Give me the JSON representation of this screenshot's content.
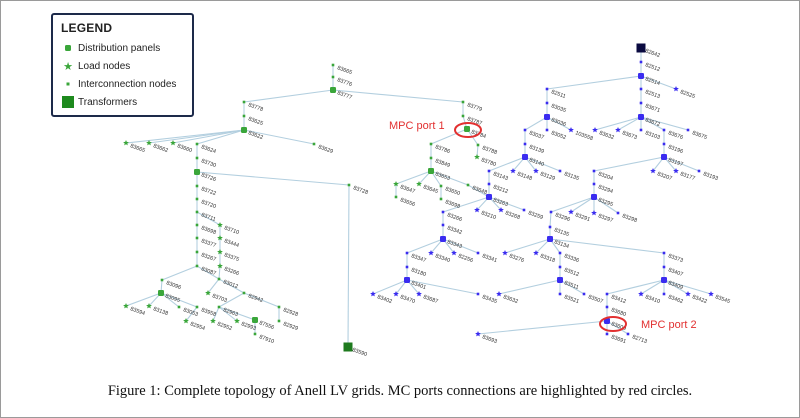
{
  "legend": {
    "title": "LEGEND",
    "items": [
      {
        "label": "Distribution panels",
        "icon": "dot-icon"
      },
      {
        "label": "Load nodes",
        "icon": "star-icon"
      },
      {
        "label": "Interconnection nodes",
        "icon": "small-dot-icon"
      },
      {
        "label": "Transformers",
        "icon": "square-icon"
      }
    ]
  },
  "colors": {
    "grid1": "#3aa63a",
    "grid2": "#3a2cf0",
    "transformer2": "#0a0a40",
    "edge": "#b3cfdf",
    "highlight": "#e23030"
  },
  "annotations": {
    "port1": "MPC port 1",
    "port2": "MPC port 2"
  },
  "caption": "Figure 1: Complete topology of Anell LV grids. MC ports connections are highlighted by red circles.",
  "nodes": [
    {
      "id": "g83665",
      "label": "83665",
      "type": "i",
      "grid": 1
    },
    {
      "id": "g83776",
      "label": "83776",
      "type": "i",
      "grid": 1
    },
    {
      "id": "g83777",
      "label": "83777",
      "type": "p",
      "grid": 1
    },
    {
      "id": "g83779",
      "label": "83779",
      "type": "i",
      "grid": 1
    },
    {
      "id": "g83787",
      "label": "83787",
      "type": "i",
      "grid": 1
    },
    {
      "id": "g83784",
      "label": "83784",
      "type": "p",
      "grid": 1
    },
    {
      "id": "g83786",
      "label": "83786",
      "type": "i",
      "grid": 1
    },
    {
      "id": "g83849",
      "label": "83849",
      "type": "i",
      "grid": 1
    },
    {
      "id": "g83653",
      "label": "83653",
      "type": "p",
      "grid": 1
    },
    {
      "id": "g83788",
      "label": "83788",
      "type": "i",
      "grid": 1
    },
    {
      "id": "g83780",
      "label": "83780",
      "type": "l",
      "grid": 1
    },
    {
      "id": "g83647",
      "label": "83647",
      "type": "l",
      "grid": 1
    },
    {
      "id": "g83645",
      "label": "83645",
      "type": "l",
      "grid": 1
    },
    {
      "id": "g83650",
      "label": "83650",
      "type": "i",
      "grid": 1
    },
    {
      "id": "g83648",
      "label": "83648",
      "type": "i",
      "grid": 1
    },
    {
      "id": "g83656",
      "label": "83656",
      "type": "i",
      "grid": 1
    },
    {
      "id": "g83698b",
      "label": "83698",
      "type": "i",
      "grid": 1
    },
    {
      "id": "g83778",
      "label": "83778",
      "type": "i",
      "grid": 1
    },
    {
      "id": "g83625",
      "label": "83625",
      "type": "i",
      "grid": 1
    },
    {
      "id": "g83622",
      "label": "83622",
      "type": "p",
      "grid": 1
    },
    {
      "id": "g83665b",
      "label": "83665",
      "type": "l",
      "grid": 1
    },
    {
      "id": "g83662",
      "label": "83662",
      "type": "l",
      "grid": 1
    },
    {
      "id": "g83660",
      "label": "83660",
      "type": "l",
      "grid": 1
    },
    {
      "id": "g83624",
      "label": "83624",
      "type": "i",
      "grid": 1
    },
    {
      "id": "g83629",
      "label": "83629",
      "type": "i",
      "grid": 1
    },
    {
      "id": "g83730",
      "label": "83730",
      "type": "i",
      "grid": 1
    },
    {
      "id": "g83726",
      "label": "83726",
      "type": "p",
      "grid": 1
    },
    {
      "id": "g83728",
      "label": "83728",
      "type": "i",
      "grid": 1
    },
    {
      "id": "g83590",
      "label": "83590",
      "type": "t",
      "grid": 1
    },
    {
      "id": "g83722",
      "label": "83722",
      "type": "i",
      "grid": 1
    },
    {
      "id": "g83720",
      "label": "83720",
      "type": "i",
      "grid": 1
    },
    {
      "id": "g83711",
      "label": "83711",
      "type": "i",
      "grid": 1
    },
    {
      "id": "g83698",
      "label": "83698",
      "type": "i",
      "grid": 1
    },
    {
      "id": "g83377",
      "label": "83377",
      "type": "i",
      "grid": 1
    },
    {
      "id": "g83267",
      "label": "83267",
      "type": "i",
      "grid": 1
    },
    {
      "id": "g83087",
      "label": "83087",
      "type": "i",
      "grid": 1
    },
    {
      "id": "g83710",
      "label": "83710",
      "type": "l",
      "grid": 1
    },
    {
      "id": "g83444",
      "label": "83444",
      "type": "l",
      "grid": 1
    },
    {
      "id": "g83375",
      "label": "83375",
      "type": "l",
      "grid": 1
    },
    {
      "id": "g83266",
      "label": "83266",
      "type": "l",
      "grid": 1
    },
    {
      "id": "g83012",
      "label": "83012",
      "type": "i",
      "grid": 1
    },
    {
      "id": "g83096",
      "label": "83096",
      "type": "i",
      "grid": 1
    },
    {
      "id": "g83095",
      "label": "83095",
      "type": "p",
      "grid": 1
    },
    {
      "id": "g83594",
      "label": "83594",
      "type": "l",
      "grid": 1
    },
    {
      "id": "g83138",
      "label": "83138",
      "type": "l",
      "grid": 1
    },
    {
      "id": "g83053",
      "label": "83053",
      "type": "i",
      "grid": 1
    },
    {
      "id": "g83958",
      "label": "83958",
      "type": "i",
      "grid": 1
    },
    {
      "id": "g83703",
      "label": "83703",
      "type": "l",
      "grid": 1
    },
    {
      "id": "g82942",
      "label": "82942",
      "type": "i",
      "grid": 1
    },
    {
      "id": "g82928",
      "label": "82928",
      "type": "i",
      "grid": 1
    },
    {
      "id": "g82929",
      "label": "82929",
      "type": "i",
      "grid": 1
    },
    {
      "id": "g82963",
      "label": "82963",
      "type": "i",
      "grid": 1
    },
    {
      "id": "g82954",
      "label": "82954",
      "type": "l",
      "grid": 1
    },
    {
      "id": "g82952",
      "label": "82952",
      "type": "l",
      "grid": 1
    },
    {
      "id": "g82993",
      "label": "82993",
      "type": "l",
      "grid": 1
    },
    {
      "id": "g87556",
      "label": "87556",
      "type": "p",
      "grid": 1
    },
    {
      "id": "g87910",
      "label": "87910",
      "type": "i",
      "grid": 1
    },
    {
      "id": "b82642",
      "label": "82642",
      "type": "t",
      "grid": 2
    },
    {
      "id": "b82512",
      "label": "82512",
      "type": "i",
      "grid": 2
    },
    {
      "id": "b82514",
      "label": "82514",
      "type": "p",
      "grid": 2
    },
    {
      "id": "b82525",
      "label": "82525",
      "type": "l",
      "grid": 2
    },
    {
      "id": "b82513",
      "label": "82513",
      "type": "i",
      "grid": 2
    },
    {
      "id": "b83671",
      "label": "83671",
      "type": "i",
      "grid": 2
    },
    {
      "id": "b83672",
      "label": "83672",
      "type": "p",
      "grid": 2
    },
    {
      "id": "b82511",
      "label": "82511",
      "type": "i",
      "grid": 2
    },
    {
      "id": "b83035",
      "label": "83035",
      "type": "i",
      "grid": 2
    },
    {
      "id": "b83036",
      "label": "83036",
      "type": "p",
      "grid": 2
    },
    {
      "id": "b83037",
      "label": "83037",
      "type": "i",
      "grid": 2
    },
    {
      "id": "b83052",
      "label": "83052",
      "type": "i",
      "grid": 2
    },
    {
      "id": "b103558",
      "label": "103558",
      "type": "l",
      "grid": 2
    },
    {
      "id": "b83632",
      "label": "83632",
      "type": "l",
      "grid": 2
    },
    {
      "id": "b83673",
      "label": "83673",
      "type": "l",
      "grid": 2
    },
    {
      "id": "b83103",
      "label": "83103",
      "type": "i",
      "grid": 2
    },
    {
      "id": "b83676",
      "label": "83676",
      "type": "i",
      "grid": 2
    },
    {
      "id": "b83675",
      "label": "83675",
      "type": "i",
      "grid": 2
    },
    {
      "id": "b83196",
      "label": "83196",
      "type": "i",
      "grid": 2
    },
    {
      "id": "b83197",
      "label": "83197",
      "type": "p",
      "grid": 2
    },
    {
      "id": "b83207",
      "label": "83207",
      "type": "l",
      "grid": 2
    },
    {
      "id": "b83177",
      "label": "83177",
      "type": "l",
      "grid": 2
    },
    {
      "id": "b83193",
      "label": "83193",
      "type": "i",
      "grid": 2
    },
    {
      "id": "b83139",
      "label": "83139",
      "type": "i",
      "grid": 2
    },
    {
      "id": "b83140",
      "label": "83140",
      "type": "p",
      "grid": 2
    },
    {
      "id": "b83143",
      "label": "83143",
      "type": "i",
      "grid": 2
    },
    {
      "id": "b83148",
      "label": "83148",
      "type": "l",
      "grid": 2
    },
    {
      "id": "b83129",
      "label": "83129",
      "type": "l",
      "grid": 2
    },
    {
      "id": "b83135",
      "label": "83135",
      "type": "i",
      "grid": 2
    },
    {
      "id": "b83212",
      "label": "83212",
      "type": "i",
      "grid": 2
    },
    {
      "id": "b83263",
      "label": "83263",
      "type": "p",
      "grid": 2
    },
    {
      "id": "b83210",
      "label": "83210",
      "type": "l",
      "grid": 2
    },
    {
      "id": "b83268",
      "label": "83268",
      "type": "l",
      "grid": 2
    },
    {
      "id": "b83259",
      "label": "83259",
      "type": "i",
      "grid": 2
    },
    {
      "id": "b83204",
      "label": "83204",
      "type": "i",
      "grid": 2
    },
    {
      "id": "b83294",
      "label": "83294",
      "type": "i",
      "grid": 2
    },
    {
      "id": "b83295",
      "label": "83295",
      "type": "p",
      "grid": 2
    },
    {
      "id": "b83296",
      "label": "83296",
      "type": "i",
      "grid": 2
    },
    {
      "id": "b83291",
      "label": "83291",
      "type": "l",
      "grid": 2
    },
    {
      "id": "b83297",
      "label": "83297",
      "type": "l",
      "grid": 2
    },
    {
      "id": "b83298",
      "label": "83298",
      "type": "i",
      "grid": 2
    },
    {
      "id": "b83266",
      "label": "83266",
      "type": "i",
      "grid": 2
    },
    {
      "id": "b83342",
      "label": "83342",
      "type": "i",
      "grid": 2
    },
    {
      "id": "b83343",
      "label": "83343",
      "type": "p",
      "grid": 2
    },
    {
      "id": "b83347",
      "label": "83347",
      "type": "i",
      "grid": 2
    },
    {
      "id": "b83340",
      "label": "83340",
      "type": "l",
      "grid": 2
    },
    {
      "id": "b82256",
      "label": "82256",
      "type": "l",
      "grid": 2
    },
    {
      "id": "b83341",
      "label": "83341",
      "type": "i",
      "grid": 2
    },
    {
      "id": "b83180",
      "label": "83180",
      "type": "i",
      "grid": 2
    },
    {
      "id": "b83401",
      "label": "83401",
      "type": "p",
      "grid": 2
    },
    {
      "id": "b83402",
      "label": "83402",
      "type": "l",
      "grid": 2
    },
    {
      "id": "b83470",
      "label": "83470",
      "type": "l",
      "grid": 2
    },
    {
      "id": "b83687",
      "label": "83687",
      "type": "l",
      "grid": 2
    },
    {
      "id": "b83435",
      "label": "83435",
      "type": "i",
      "grid": 2
    },
    {
      "id": "b83135b",
      "label": "83135",
      "type": "i",
      "grid": 2
    },
    {
      "id": "b83134",
      "label": "83134",
      "type": "p",
      "grid": 2
    },
    {
      "id": "b83276",
      "label": "83276",
      "type": "l",
      "grid": 2
    },
    {
      "id": "b83318",
      "label": "83318",
      "type": "l",
      "grid": 2
    },
    {
      "id": "b83336",
      "label": "83336",
      "type": "i",
      "grid": 2
    },
    {
      "id": "b83512",
      "label": "83512",
      "type": "i",
      "grid": 2
    },
    {
      "id": "b83511",
      "label": "83511",
      "type": "p",
      "grid": 2
    },
    {
      "id": "b83632b",
      "label": "83632",
      "type": "l",
      "grid": 2
    },
    {
      "id": "b83521",
      "label": "83521",
      "type": "i",
      "grid": 2
    },
    {
      "id": "b83507",
      "label": "83507",
      "type": "i",
      "grid": 2
    },
    {
      "id": "b83373",
      "label": "83373",
      "type": "i",
      "grid": 2
    },
    {
      "id": "b83407",
      "label": "83407",
      "type": "i",
      "grid": 2
    },
    {
      "id": "b83409",
      "label": "83409",
      "type": "p",
      "grid": 2
    },
    {
      "id": "b83412",
      "label": "83412",
      "type": "i",
      "grid": 2
    },
    {
      "id": "b83410",
      "label": "83410",
      "type": "l",
      "grid": 2
    },
    {
      "id": "b83462",
      "label": "83462",
      "type": "i",
      "grid": 2
    },
    {
      "id": "b83422",
      "label": "83422",
      "type": "l",
      "grid": 2
    },
    {
      "id": "b83545",
      "label": "83545",
      "type": "l",
      "grid": 2
    },
    {
      "id": "b83680",
      "label": "83680",
      "type": "i",
      "grid": 2
    },
    {
      "id": "b83600",
      "label": "83600",
      "type": "p",
      "grid": 2
    },
    {
      "id": "b83691",
      "label": "83691",
      "type": "i",
      "grid": 2
    },
    {
      "id": "b82713",
      "label": "82713",
      "type": "i",
      "grid": 2
    },
    {
      "id": "b83693",
      "label": "83693",
      "type": "l",
      "grid": 2
    }
  ],
  "edges": [
    "g83665-g83776",
    "g83776-g83777",
    "g83777-g83779",
    "g83779-g83787",
    "g83787-g83784",
    "g83784-g83786",
    "g83786-g83849",
    "g83849-g83653",
    "g83784-g83788",
    "g83788-g83780",
    "g83653-g83647",
    "g83647-g83656",
    "g83653-g83645",
    "g83653-g83650",
    "g83650-g83698b",
    "g83653-g83648",
    "g83648-b83263",
    "g83777-g83778",
    "g83778-g83625",
    "g83625-g83622",
    "g83622-g83665b",
    "g83622-g83662",
    "g83622-g83660",
    "g83622-g83624",
    "g83622-g83629",
    "g83624-g83730",
    "g83730-g83726",
    "g83726-g83728",
    "g83728-g83590",
    "g83726-g83722",
    "g83722-g83720",
    "g83720-g83711",
    "g83711-g83698",
    "g83698-g83377",
    "g83377-g83267",
    "g83267-g83087",
    "g83711-g83710",
    "g83710-g83444",
    "g83444-g83375",
    "g83375-g83266",
    "g83266-g83012",
    "g83087-g83096",
    "g83087-g83012",
    "g83096-g83095",
    "g83095-g83594",
    "g83095-g83138",
    "g83095-g83053",
    "g83095-g83958",
    "g83012-g83703",
    "g83012-g82942",
    "g82942-g82928",
    "g82928-g82929",
    "g82942-g82963",
    "g83958-g82954",
    "g82963-g82952",
    "g82963-g82993",
    "g82963-g87556",
    "g87556-g87910",
    "b82642-b82512",
    "b82512-b82514",
    "b82514-b82525",
    "b82514-b82513",
    "b82513-b83671",
    "b83671-b83672",
    "b82514-b82511",
    "b82511-b83035",
    "b83035-b83036",
    "b83036-b83037",
    "b83036-b83052",
    "b83036-b103558",
    "b83672-b83632",
    "b83672-b83673",
    "b83672-b83103",
    "b83672-b83676",
    "b83672-b83675",
    "b83676-b83196",
    "b83196-b83197",
    "b83197-b83207",
    "b83197-b83177",
    "b83197-b83193",
    "b83197-b83204",
    "b83204-b83294",
    "b83294-b83295",
    "b83295-b83296",
    "b83295-b83291",
    "b83295-b83297",
    "b83295-b83298",
    "b83296-b83135b",
    "b83135b-b83134",
    "b83037-b83139",
    "b83139-b83140",
    "b83140-b83143",
    "b83140-b83148",
    "b83140-b83129",
    "b83140-b83135",
    "b83143-b83212",
    "b83212-b83263",
    "b83263-b83210",
    "b83263-b83268",
    "b83263-b83259",
    "b83263-b83266",
    "b83266-b83342",
    "b83342-b83343",
    "b83343-b83347",
    "b83343-b83340",
    "b83343-b82256",
    "b83343-b83341",
    "b83347-b83180",
    "b83180-b83401",
    "b83401-b83402",
    "b83401-b83470",
    "b83401-b83687",
    "b83401-b83435",
    "b83134-b83276",
    "b83134-b83318",
    "b83134-b83336",
    "b83336-b83512",
    "b83512-b83511",
    "b83511-b83632b",
    "b83511-b83521",
    "b83511-b83507",
    "b83134-b83373",
    "b83373-b83407",
    "b83407-b83409",
    "b83409-b83412",
    "b83409-b83410",
    "b83409-b83462",
    "b83409-b83422",
    "b83409-b83545",
    "b83412-b83680",
    "b83680-b83600",
    "b83600-b83691",
    "b83600-b82713",
    "b83600-b83693"
  ]
}
